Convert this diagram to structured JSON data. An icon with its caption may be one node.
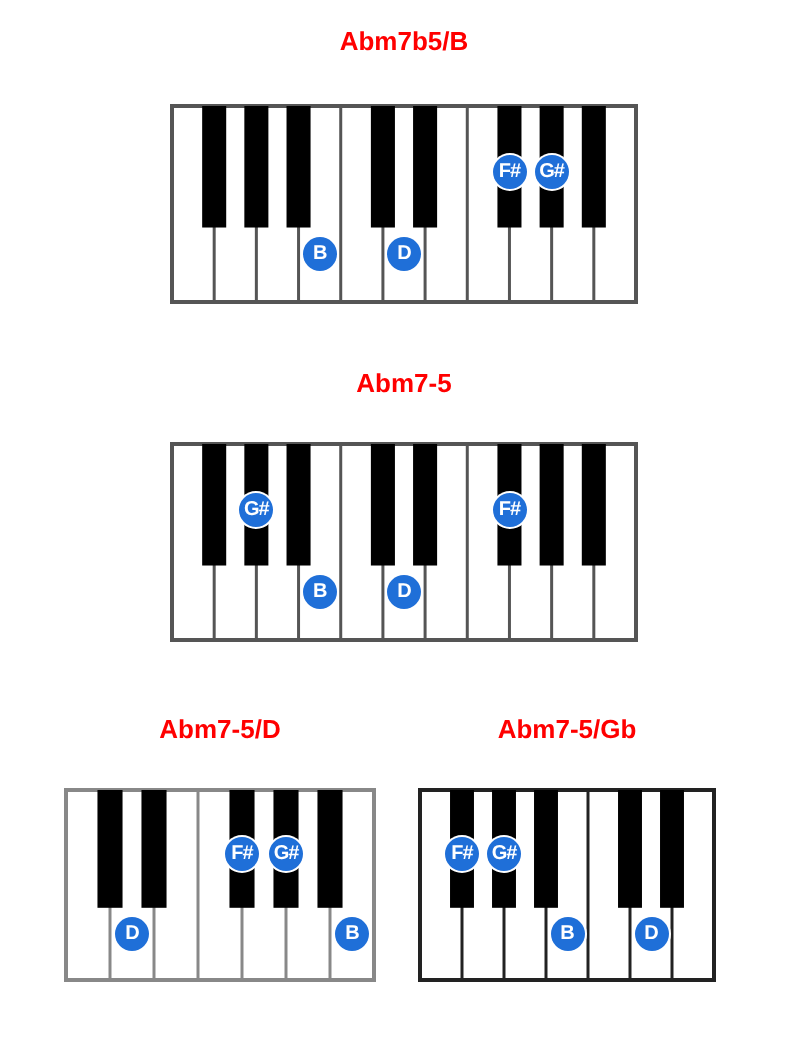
{
  "diagram": {
    "nodes": [
      {
        "text": [
          "Abm7b5/B"
        ]
      },
      {
        "text": [
          "F#"
        ],
        "in": 0
      },
      {
        "text": [
          "G#"
        ],
        "in": 0
      },
      {
        "text": [
          "B"
        ],
        "in": 0
      },
      {
        "text": [
          "D"
        ],
        "in": 0
      },
      {
        "text": [
          "Abm7-5"
        ]
      },
      {
        "text": [
          "G#"
        ],
        "in": 5
      },
      {
        "text": [
          "F#"
        ],
        "in": 5
      },
      {
        "text": [
          "B"
        ],
        "in": 5
      },
      {
        "text": [
          "D"
        ],
        "in": 5
      },
      {
        "text": [
          "Abm7-5/D"
        ]
      },
      {
        "text": [
          "F#"
        ],
        "in": 10
      },
      {
        "text": [
          "G#"
        ],
        "in": 10
      },
      {
        "text": [
          "D"
        ],
        "in": 10
      },
      {
        "text": [
          "B"
        ],
        "in": 10
      },
      {
        "text": [
          "Abm7-5/Gb"
        ]
      },
      {
        "text": [
          "F#"
        ],
        "in": 15
      },
      {
        "text": [
          "G#"
        ],
        "in": 15
      },
      {
        "text": [
          "B"
        ],
        "in": 15
      },
      {
        "text": [
          "D"
        ],
        "in": 15
      }
    ]
  }
}
